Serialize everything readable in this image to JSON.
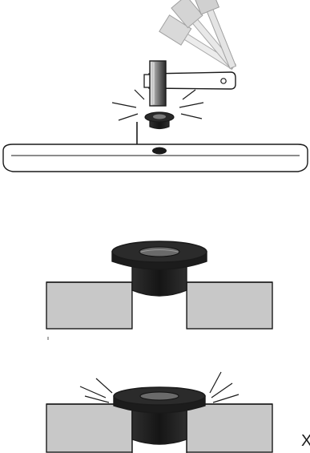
{
  "colors": {
    "ink": "#1a1a1a",
    "bushing": "#1c1c1c",
    "bushing_top": "#2b2b2b",
    "bushing_hole": "#6a6a6a",
    "panel_fill": "#c8c8c8",
    "ghost_hammer": "#d4d4d4",
    "ghost_handle": "#e6e6e6",
    "hammer_head_light": "#e8e8e8",
    "hammer_head_dark": "#3a3a3a",
    "background": "#ffffff"
  },
  "icons": {
    "top": "hammer-tapping-bushing-into-hole",
    "middle": "bushing-seated-in-panel",
    "bottom": "bushing-seated-with-impact-lines"
  },
  "edge_mark": "X"
}
